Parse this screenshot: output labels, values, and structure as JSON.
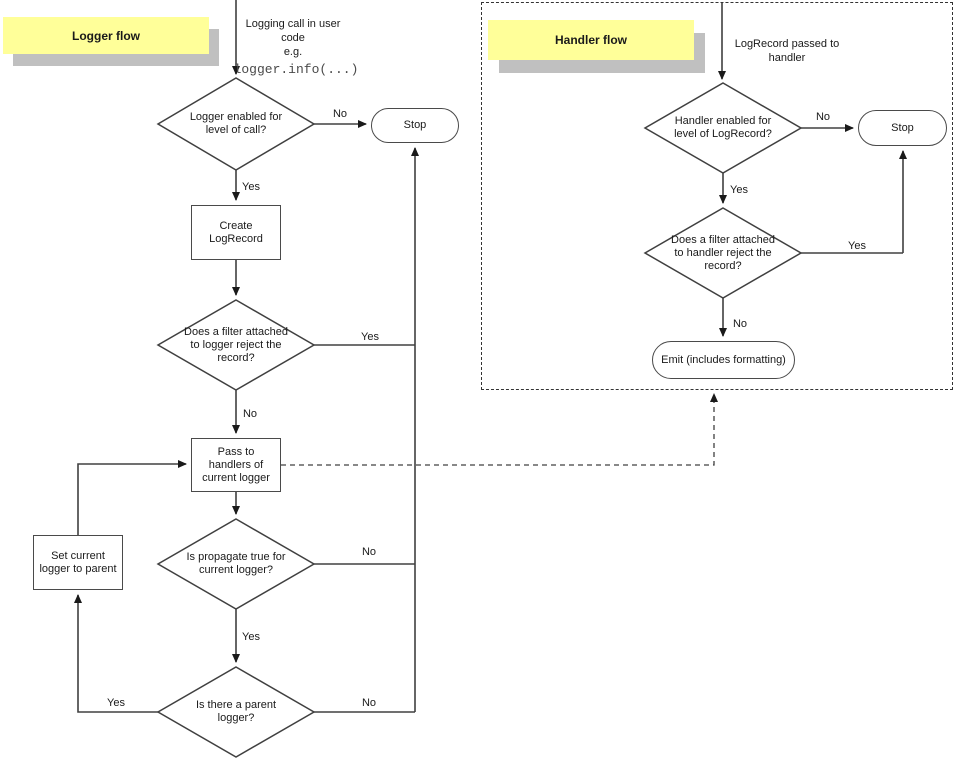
{
  "logger_flow": {
    "note": "Logger flow",
    "entry_text": "Logging call in user\ncode\ne.g.",
    "entry_code": "logger.info(...)",
    "diamond_enabled": "Logger enabled for\nlevel of call?",
    "stop": "Stop",
    "box_create": "Create\nLogRecord",
    "diamond_filter": "Does a filter attached\nto logger reject the\nrecord?",
    "box_pass": "Pass to\nhandlers of\ncurrent logger",
    "diamond_propagate": "Is propagate true for\ncurrent logger?",
    "box_set_parent": "Set current\nlogger to parent",
    "diamond_parent": "Is there a parent\nlogger?",
    "label_enabled_no": "No",
    "label_enabled_yes": "Yes",
    "label_filter_yes": "Yes",
    "label_filter_no": "No",
    "label_propagate_no": "No",
    "label_propagate_yes": "Yes",
    "label_parent_yes": "Yes",
    "label_parent_no": "No"
  },
  "handler_flow": {
    "note": "Handler flow",
    "entry_text": "LogRecord passed to\nhandler",
    "diamond_enabled": "Handler enabled for\nlevel of LogRecord?",
    "stop": "Stop",
    "diamond_filter": "Does a filter attached\nto handler reject the\nrecord?",
    "emit": "Emit (includes formatting)",
    "label_enabled_no": "No",
    "label_enabled_yes": "Yes",
    "label_filter_yes": "Yes",
    "label_filter_no": "No"
  },
  "colors": {
    "note_bg": "#ffff99",
    "note_shadow": "#c0c0c0",
    "line": "#404040"
  }
}
